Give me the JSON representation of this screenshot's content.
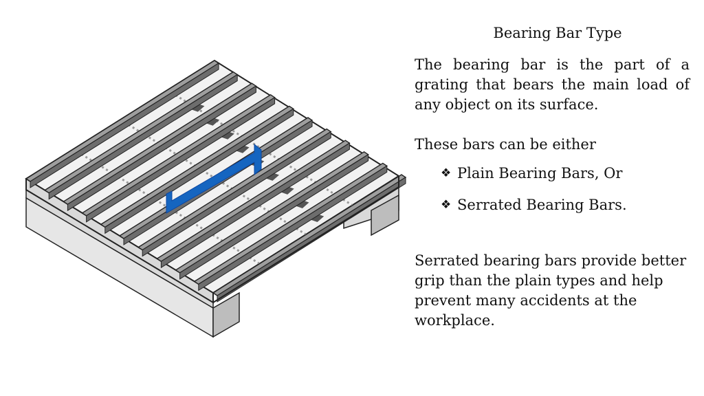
{
  "slide": {
    "title": "Bearing Bar Type",
    "intro": "The bearing bar is the part of a grating that bears the main load of any object on its surface.",
    "lead_in": "These bars can be either",
    "bullets": [
      {
        "icon": "diamond-bullet-icon",
        "glyph": "❖",
        "label": "Plain Bearing Bars, Or"
      },
      {
        "icon": "diamond-bullet-icon",
        "glyph": "❖",
        "label": "Serrated Bearing Bars."
      }
    ],
    "closing": "Serrated bearing bars provide better grip than the plain types and help prevent many accidents at the workplace."
  },
  "illustration": {
    "subject": "isometric-grating-panel",
    "arrow_color": "#1565c0",
    "bar_color": "#9e9e9e",
    "edge_color": "#222222"
  }
}
